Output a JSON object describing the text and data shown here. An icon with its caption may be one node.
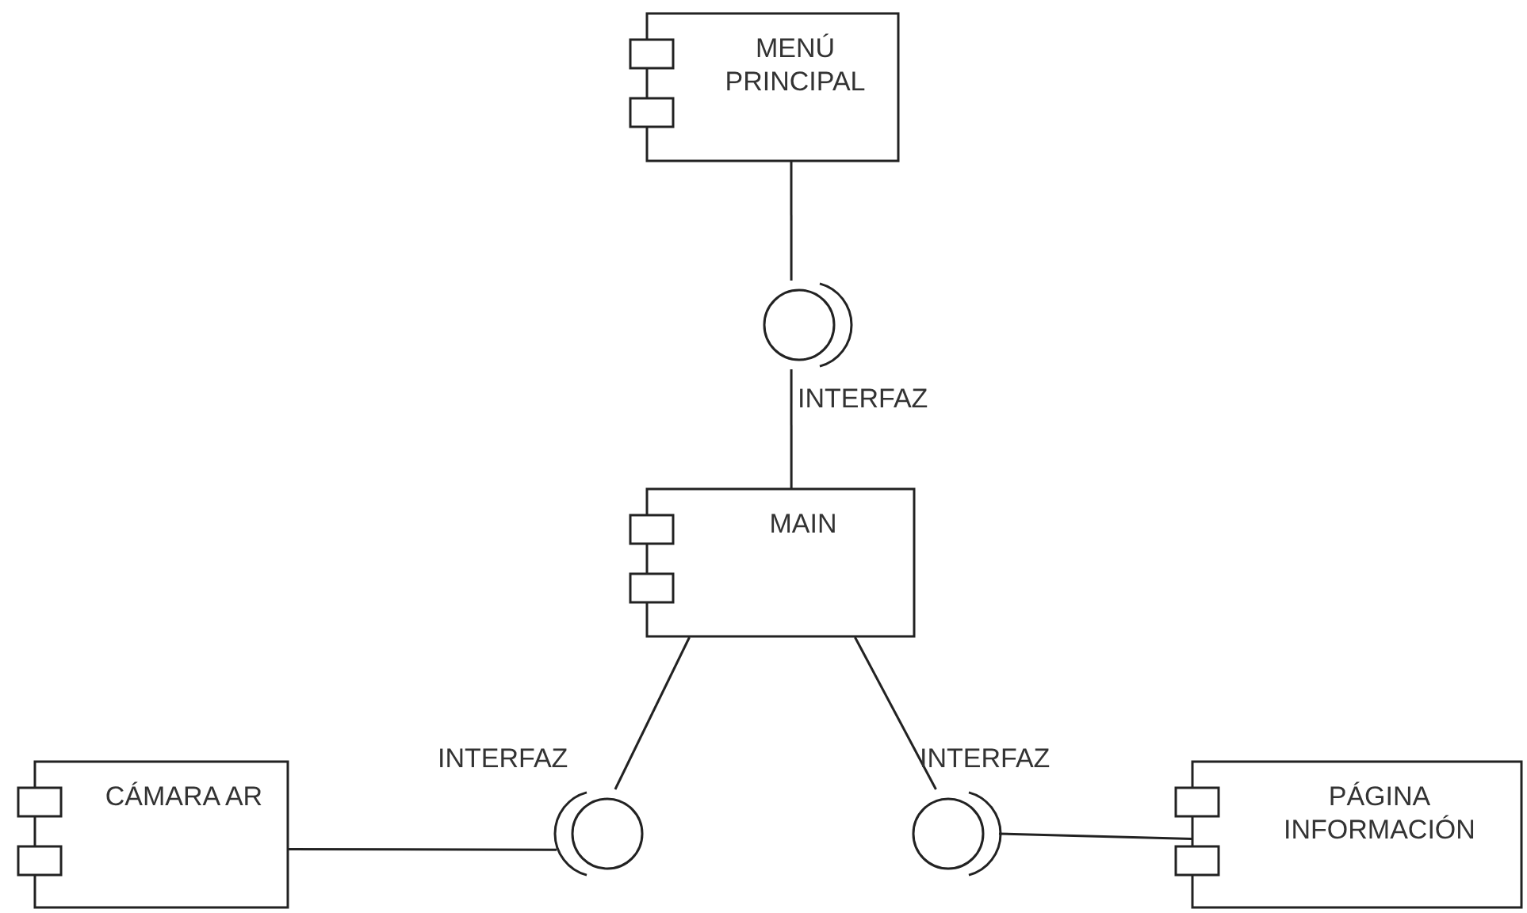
{
  "diagram": {
    "nodes": [
      {
        "text": [
          "MENÚ PRINCIPAL"
        ]
      },
      {
        "text": [],
        "shape": "circle",
        "beside": [
          "INTERFAZ"
        ]
      },
      {
        "text": [
          "MAIN"
        ]
      },
      {
        "text": [],
        "shape": "circle",
        "beside": [
          "INTERFAZ"
        ]
      },
      {
        "text": [],
        "shape": "circle",
        "beside": [
          "INTERFAZ"
        ]
      },
      {
        "text": [
          "CÁMARA AR"
        ]
      },
      {
        "text": [
          "PÁGINA INFORMACIÓN"
        ]
      }
    ],
    "edges": [
      {
        "from": 0,
        "to": 1,
        "arrow": "none"
      },
      {
        "from": 1,
        "to": 2,
        "arrow": "none"
      },
      {
        "from": 2,
        "to": 3,
        "arrow": "none"
      },
      {
        "from": 2,
        "to": 4,
        "arrow": "none"
      },
      {
        "from": 5,
        "to": 3,
        "arrow": "none"
      },
      {
        "from": 6,
        "to": 4,
        "arrow": "none"
      }
    ]
  }
}
